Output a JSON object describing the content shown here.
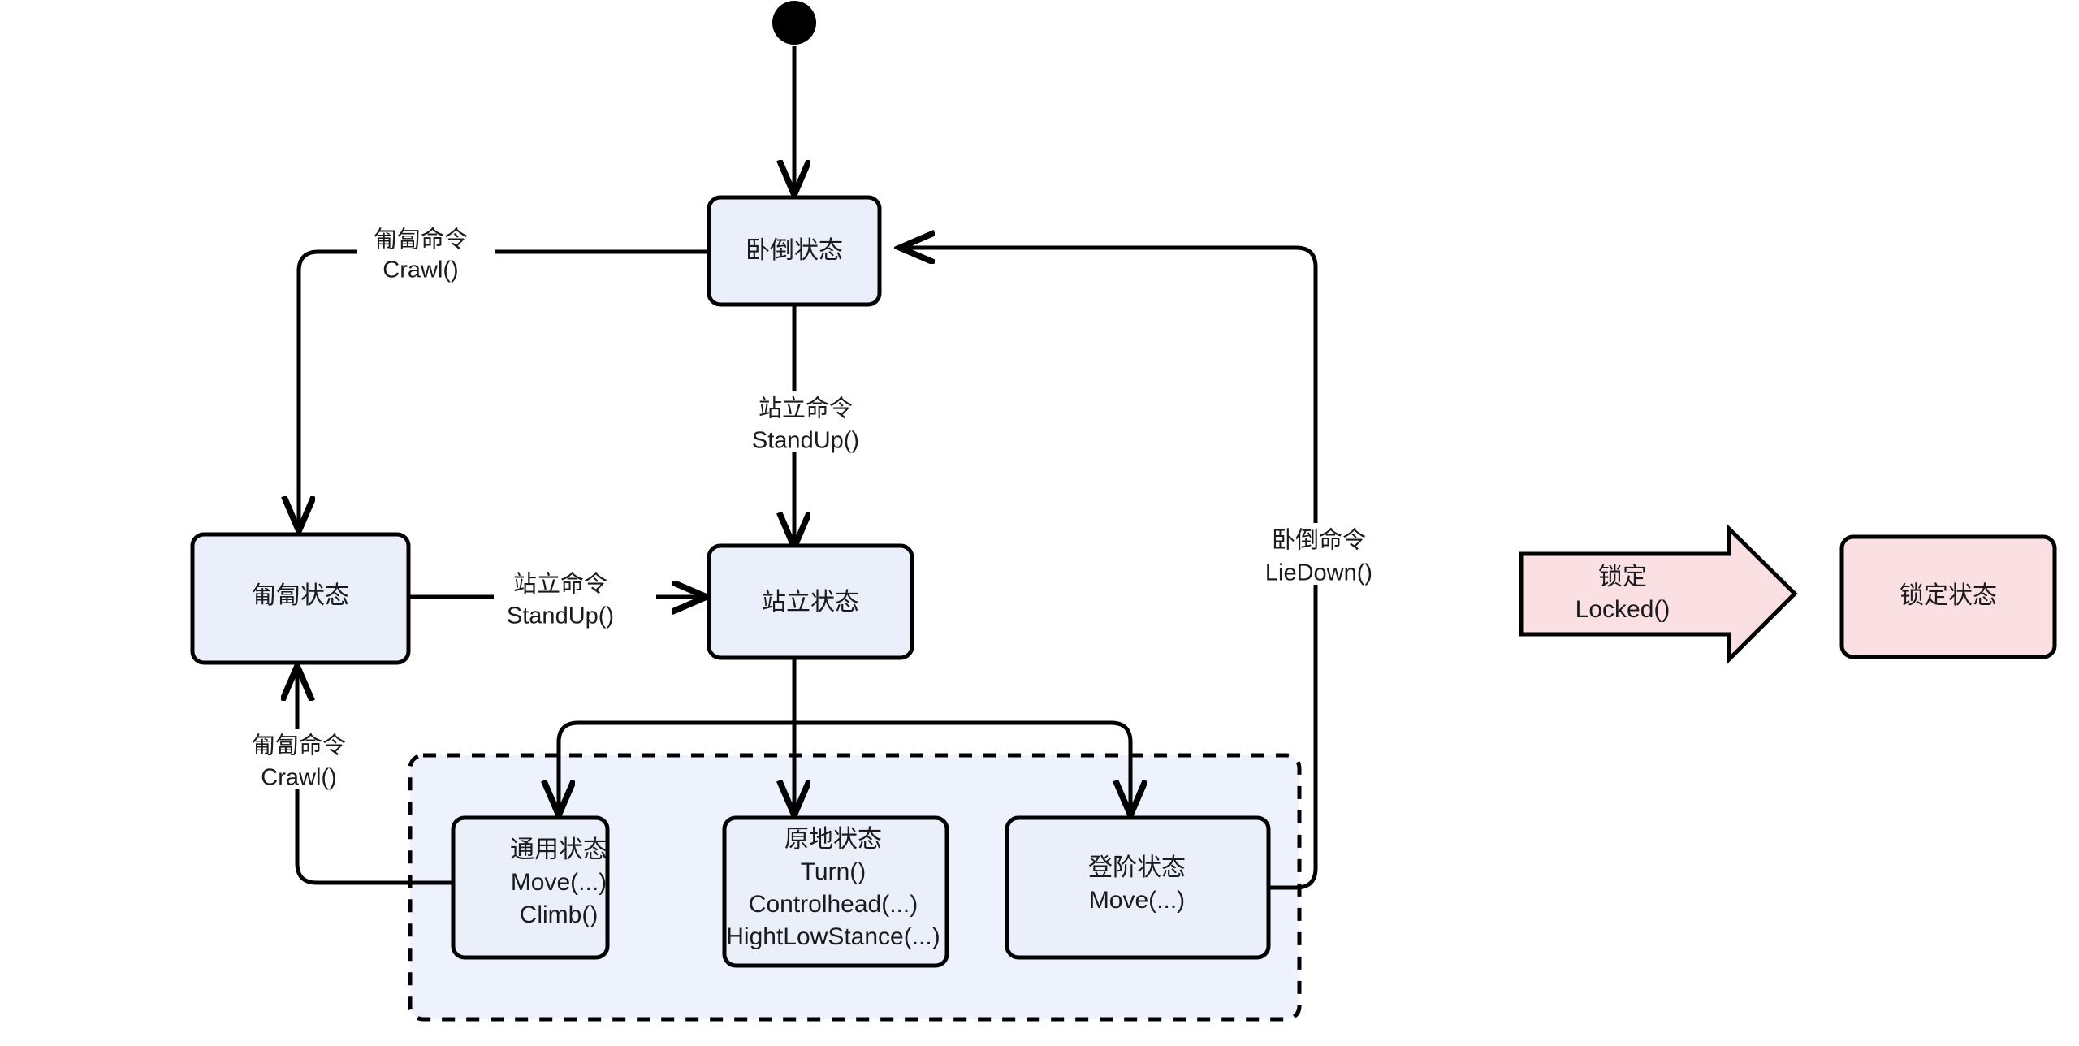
{
  "diagram": {
    "title": "Robot Motion State Machine",
    "colors": {
      "state_fill_blue": "#eaeffa",
      "state_fill_pink": "#fbe0e3",
      "composite_fill": "#edf2fc",
      "stroke": "#000000",
      "text": "#1b1b1f"
    },
    "start_node": {
      "name": "start-node",
      "shape": "filled-circle"
    },
    "states": [
      {
        "id": "lie-down-state",
        "label": "卧倒状态",
        "methods": [],
        "fill": "blue"
      },
      {
        "id": "crawl-state",
        "label": "匍匐状态",
        "methods": [],
        "fill": "blue"
      },
      {
        "id": "stand-state",
        "label": "站立状态",
        "methods": [],
        "fill": "blue"
      },
      {
        "id": "general-state",
        "label": "通用状态",
        "methods": [
          "Move(...)",
          "Climb()"
        ],
        "fill": "blue"
      },
      {
        "id": "in-place-state",
        "label": "原地状态",
        "methods": [
          "Turn()",
          "Controlhead(...)",
          "HightLowStance(...)"
        ],
        "fill": "blue"
      },
      {
        "id": "stair-state",
        "label": "登阶状态",
        "methods": [
          "Move(...)"
        ],
        "fill": "blue"
      },
      {
        "id": "locked-state",
        "label": "锁定状态",
        "methods": [],
        "fill": "pink"
      }
    ],
    "composite_region": {
      "id": "stand-substates-region",
      "style": "dashed"
    },
    "callout": {
      "id": "locked-callout-arrow",
      "shape": "block-arrow-right",
      "line1": "锁定",
      "line2": "Locked()",
      "fill": "pink"
    },
    "transitions": [
      {
        "id": "t-start-liedown",
        "from": "start-node",
        "to": "lie-down-state",
        "line1": "",
        "line2": ""
      },
      {
        "id": "t-liedown-crawl",
        "from": "lie-down-state",
        "to": "crawl-state",
        "line1": "匍匐命令",
        "line2": "Crawl()"
      },
      {
        "id": "t-liedown-stand",
        "from": "lie-down-state",
        "to": "stand-state",
        "line1": "站立命令",
        "line2": "StandUp()"
      },
      {
        "id": "t-crawl-stand",
        "from": "crawl-state",
        "to": "stand-state",
        "line1": "站立命令",
        "line2": "StandUp()"
      },
      {
        "id": "t-general-crawl",
        "from": "general-state",
        "to": "crawl-state",
        "line1": "匍匐命令",
        "line2": "Crawl()"
      },
      {
        "id": "t-stair-liedown",
        "from": "stair-state",
        "to": "lie-down-state",
        "line1": "卧倒命令",
        "line2": "LieDown()"
      },
      {
        "id": "t-stand-general",
        "from": "stand-state",
        "to": "general-state",
        "line1": "",
        "line2": ""
      },
      {
        "id": "t-stand-inplace",
        "from": "stand-state",
        "to": "in-place-state",
        "line1": "",
        "line2": ""
      },
      {
        "id": "t-stand-stair",
        "from": "stand-state",
        "to": "stair-state",
        "line1": "",
        "line2": ""
      }
    ],
    "labels": {
      "crawl_cmd_cn": "匍匐命令",
      "crawl_cmd_fn": "Crawl()",
      "standup_cmd_cn": "站立命令",
      "standup_cmd_fn": "StandUp()",
      "liedown_cmd_cn": "卧倒命令",
      "liedown_cmd_fn": "LieDown()",
      "crawl_cmd2_cn": "匍匐命令",
      "crawl_cmd2_fn": "Crawl()",
      "standup_cmd2_cn": "站立命令",
      "standup_cmd2_fn": "StandUp()"
    },
    "node_text": {
      "lie_down": "卧倒状态",
      "crawl": "匍匐状态",
      "stand": "站立状态",
      "general_title": "通用状态",
      "general_m1": "Move(...)",
      "general_m2": "Climb()",
      "inplace_title": "原地状态",
      "inplace_m1": "Turn()",
      "inplace_m2": "Controlhead(...)",
      "inplace_m3": "HightLowStance(...)",
      "stair_title": "登阶状态",
      "stair_m1": "Move(...)",
      "locked": "锁定状态",
      "callout_l1": "锁定",
      "callout_l2": "Locked()"
    }
  }
}
